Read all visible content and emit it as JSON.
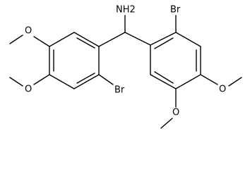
{
  "molecule": {
    "labels": {
      "amine": "NH2",
      "bromo_left": "Br",
      "bromo_right": "Br",
      "methoxy_left_upper": "O",
      "methoxy_left_lower": "O",
      "methoxy_right_upper": "O",
      "methoxy_right_lower": "O"
    },
    "colors": {
      "bond": "#000000",
      "text": "#000000",
      "background": "#ffffff"
    }
  }
}
